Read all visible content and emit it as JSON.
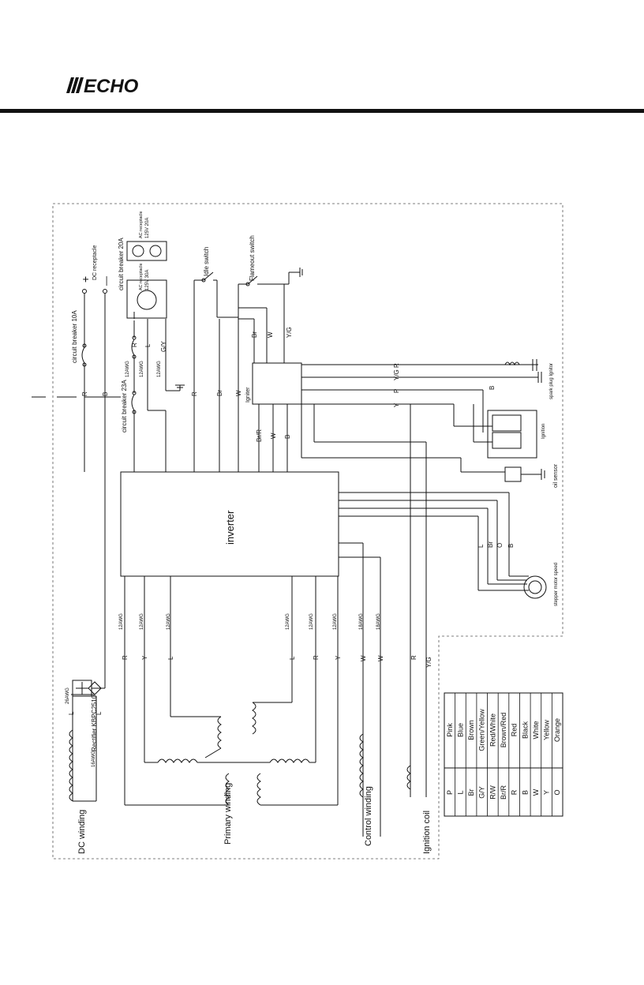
{
  "brand": {
    "logo_text": "ECHO"
  },
  "diagram": {
    "components": {
      "dc_receptacle": "DC receptacle",
      "dc_plus": "+",
      "dc_minus": "—",
      "circuit_breaker_10a": "circuit breaker 10A",
      "circuit_breaker_20a": "circuit breaker 20A",
      "circuit_breaker_23a": "circuit breaker 23A",
      "ac_receptacle_a": "AC receptacle",
      "ac_receptacle_a_rating": "125V 20A",
      "ac_receptacle_b": "AC receptacle",
      "ac_receptacle_b_rating": "125V 30A",
      "idle_switch": "Idle switch",
      "flameout_switch": "Flameout switch",
      "igniter": "Igniter",
      "spark_plug": "spark plug Ignitor",
      "ignition": "Ignition",
      "oil_sensor": "oil sensor",
      "inverter": "inverter",
      "stepper_motor": "stepper motor speed",
      "rectifier": "Rectifier KBPC2510",
      "dc_winding": "DC winding",
      "primary_winding": "Primary winding",
      "control_winding": "Control winding",
      "ignition_coil": "Ignition coil"
    },
    "wire_labels": {
      "R": "R",
      "B": "B",
      "L": "L",
      "Y": "Y",
      "W": "W",
      "Br": "Br",
      "BrR": "Br/R",
      "GY": "G/Y",
      "YG": "Y/G",
      "P": "P",
      "O": "O",
      "awg12": "12AWG",
      "awg16": "16AWG",
      "awg18": "18AWG",
      "awg26": "26AWG"
    },
    "legend": [
      {
        "code": "P",
        "color": "Pink"
      },
      {
        "code": "L",
        "color": "Blue"
      },
      {
        "code": "Br",
        "color": "Brown"
      },
      {
        "code": "G/Y",
        "color": "Green/Yellow"
      },
      {
        "code": "R/W",
        "color": "Red/White"
      },
      {
        "code": "Br/R",
        "color": "Brown/Red"
      },
      {
        "code": "R",
        "color": "Red"
      },
      {
        "code": "B",
        "color": "Black"
      },
      {
        "code": "W",
        "color": "White"
      },
      {
        "code": "Y",
        "color": "Yellow"
      },
      {
        "code": "O",
        "color": "Orange"
      }
    ]
  }
}
